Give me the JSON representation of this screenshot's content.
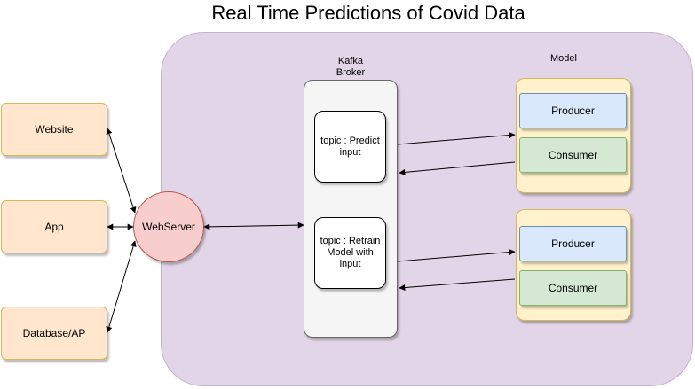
{
  "title": "Real Time Predictions of Covid Data",
  "clients": {
    "website": "Website",
    "app": "App",
    "database": "Database/AP"
  },
  "webserver": "WebServer",
  "broker": {
    "label_line1": "Kafka",
    "label_line2": "Broker",
    "topic_predict": "topic : Predict input",
    "topic_retrain": "topic : Retrain Model with input"
  },
  "model": {
    "label": "Model",
    "producer": "Producer",
    "consumer": "Consumer"
  },
  "colors": {
    "cluster": "#e1d5e7",
    "client_fill": "#ffe6cc",
    "webserver_fill": "#f8cecc",
    "broker_fill": "#f5f5f5",
    "model_fill": "#fff2cc",
    "producer_fill": "#dae8fc",
    "consumer_fill": "#d5e8d4"
  }
}
